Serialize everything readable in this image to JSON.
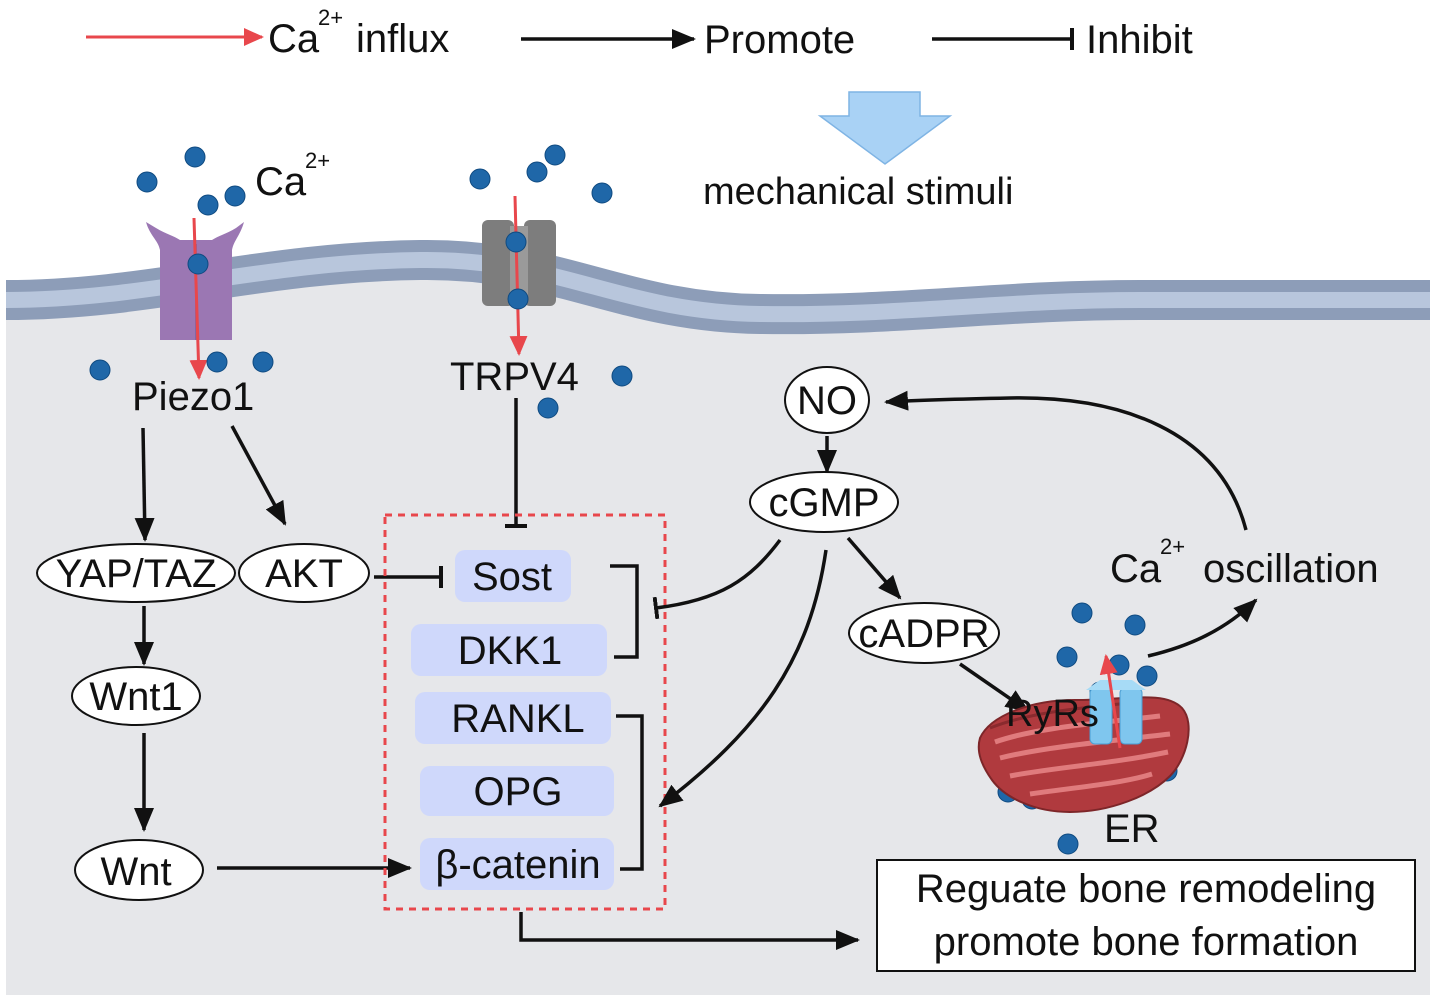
{
  "legend": {
    "influx_label": "Ca",
    "influx_sup": "2+",
    "influx_suffix": "influx",
    "promote_label": "Promote",
    "inhibit_label": "Inhibit"
  },
  "stimulus": {
    "label": "mechanical stimuli"
  },
  "channels": {
    "piezo1_ion_label": "Ca",
    "piezo1_ion_sup": "2+",
    "piezo1": "Piezo1",
    "trpv4": "TRPV4"
  },
  "pathway_left": {
    "yap_taz": "YAP/TAZ",
    "akt": "AKT",
    "wnt1": "Wnt1",
    "wnt": "Wnt"
  },
  "targets": {
    "sost": "Sost",
    "dkk1": "DKK1",
    "rankl": "RANKL",
    "opg": "OPG",
    "beta_catenin": "β-catenin"
  },
  "pathway_right": {
    "no": "NO",
    "cgmp": "cGMP",
    "cadpr": "cADPR",
    "ryrs": "RyRs",
    "er": "ER",
    "oscillation_prefix": "Ca",
    "oscillation_sup": "2+",
    "oscillation_suffix": "oscillation"
  },
  "outcome": {
    "line1": "Reguate bone remodeling",
    "line2": "promote bone formation"
  },
  "colors": {
    "cytoplasm": "#e6e7ea",
    "membrane_outer": "#8d9db8",
    "membrane_inner": "#b8c6dc",
    "piezo1": "#9b77b3",
    "trpv4": "#7d7d7d",
    "ion": "#1f67a8",
    "influx_arrow": "#e8474c",
    "gene_box": "#cfd8fb",
    "dashed_box": "#e8474c",
    "er": "#b03a3e",
    "ryr": "#7fc6ee",
    "stimulus_arrow": "#a9d2f5"
  }
}
